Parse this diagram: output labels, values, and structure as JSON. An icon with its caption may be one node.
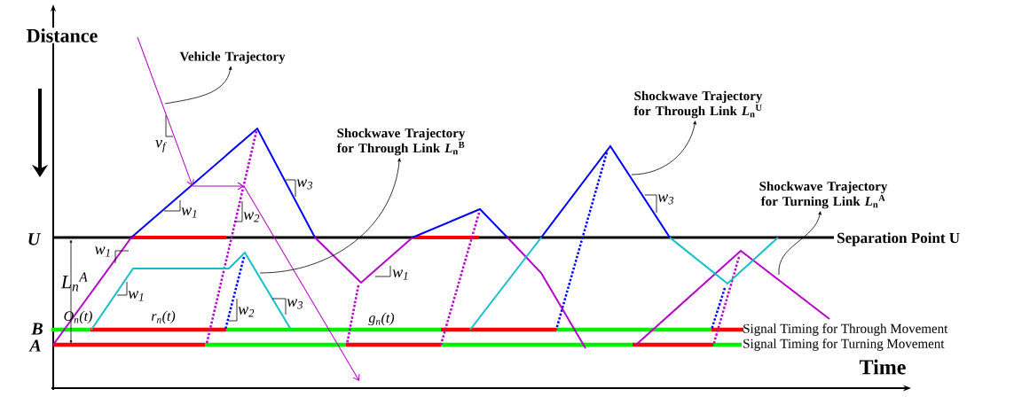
{
  "diagram": {
    "nodes": [
      {
        "text": [
          "Vehicle Trajectory"
        ]
      },
      {
        "text": [
          "Shockwave Trajectory for Through Link *L*$_{n}$$^{B}$"
        ]
      },
      {
        "text": [
          "Shockwave Trajectory for Through Link *L*$_{n}$$^{U}$"
        ]
      },
      {
        "text": [
          "Shockwave Trajectory for Turning Link *L*$_{n}$$^{A}$"
        ]
      }
    ],
    "edges": [
      {
        "from": null,
        "to": 0,
        "arrow": "to"
      },
      {
        "from": null,
        "to": 1,
        "arrow": "to"
      },
      {
        "from": null,
        "to": 2,
        "arrow": "to"
      },
      {
        "from": null,
        "to": 3,
        "arrow": "to"
      }
    ],
    "labels": [
      "Distance",
      "U",
      "Separation Point U",
      "v$_{f}$",
      "w$_{3}$",
      "w$_{1}$",
      "w$_{2}$",
      "w$_{1}$",
      "L$_{n}$$^{A}$",
      "w$_{1}$",
      "w$_{2}$",
      "w$_{3}$",
      "w$_{1}$",
      "w$_{3}$",
      "O$_{n}$(t)",
      "r$_{n}$(t)",
      "g$_{n}$(t)",
      "B",
      "Signal Timing for Through Movement",
      "A",
      "Signal Timing for Turning Movement",
      "Time"
    ]
  }
}
